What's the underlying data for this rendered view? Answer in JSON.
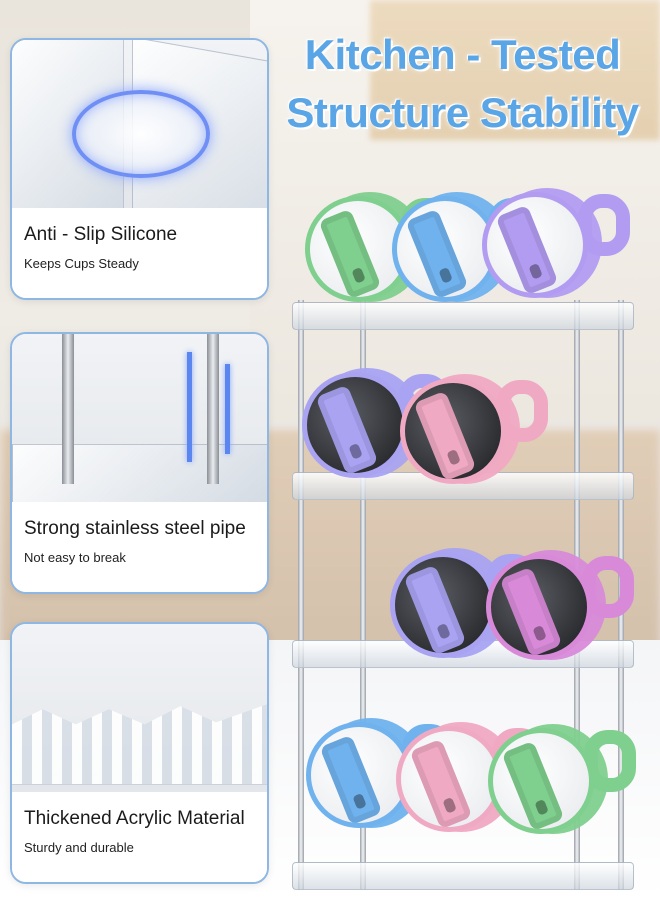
{
  "headline": {
    "line1": "Kitchen - Tested",
    "line2": "Structure Stability"
  },
  "features": [
    {
      "title": "Anti - Slip Silicone",
      "subtitle": "Keeps Cups Steady"
    },
    {
      "title": "Strong stainless steel pipe",
      "subtitle": "Not easy to break"
    },
    {
      "title": "Thickened Acrylic Material",
      "subtitle": "Sturdy and durable"
    }
  ],
  "colors": {
    "headline": "#5aa5e6",
    "card_border": "#8fb7e3",
    "green": "#7fcf8e",
    "blue": "#6fb2ee",
    "purple": "#b29cf1",
    "lavender": "#a9a3f2",
    "pink": "#f0a9c3",
    "magenta": "#d88ad9"
  }
}
